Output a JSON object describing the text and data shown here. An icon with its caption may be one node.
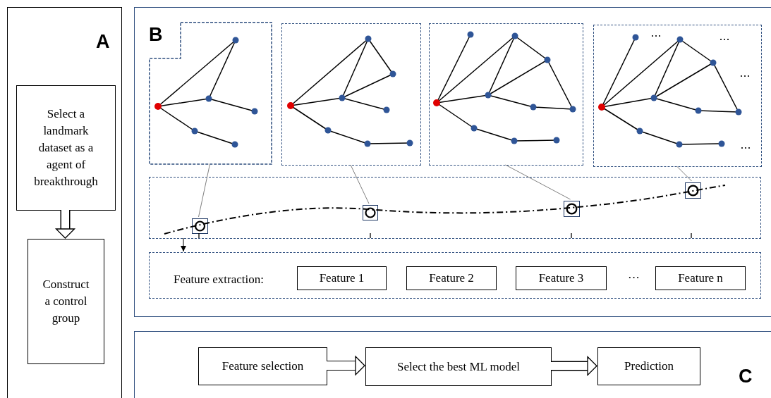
{
  "diagram": {
    "nodes": [
      {
        "text": [
          "A"
        ]
      },
      {
        "text": [
          "Select a landmark dataset as a agent of breakthrough"
        ],
        "in": 0
      },
      {
        "text": [
          "Construct a control group"
        ],
        "in": 0
      },
      {
        "text": [
          "B"
        ]
      },
      {
        "text": [],
        "shape": "box",
        "in": 3
      },
      {
        "text": [],
        "shape": "box",
        "in": 3
      },
      {
        "text": [],
        "shape": "box",
        "in": 3
      },
      {
        "text": [],
        "shape": "box",
        "in": 3
      },
      {
        "text": [],
        "shape": "box",
        "in": 3
      },
      {
        "text": [],
        "shape": "box",
        "in": 8
      },
      {
        "text": [],
        "shape": "box",
        "in": 8
      },
      {
        "text": [],
        "shape": "box",
        "in": 8
      },
      {
        "text": [],
        "shape": "box",
        "in": 8
      },
      {
        "text": [
          "Feature extraction:"
        ],
        "in": 3
      },
      {
        "text": [
          "Feature 1"
        ],
        "in": 13
      },
      {
        "text": [
          "Feature 2"
        ],
        "in": 13
      },
      {
        "text": [
          "Feature 3"
        ],
        "in": 13
      },
      {
        "text": [
          "Feature n"
        ],
        "in": 13
      },
      {
        "text": [
          "C"
        ]
      },
      {
        "text": [
          "Feature selection"
        ],
        "in": 18
      },
      {
        "text": [
          "Select the best ML model"
        ],
        "in": 18
      },
      {
        "text": [
          "Prediction"
        ],
        "in": 18
      }
    ],
    "edges": [
      {
        "from": 1,
        "to": 2,
        "arrow": "to",
        "style": "thick"
      },
      {
        "from": 4,
        "to": 9,
        "arrow": "none",
        "color": "#7f7f7f"
      },
      {
        "from": 5,
        "to": 10,
        "arrow": "none",
        "color": "#7f7f7f"
      },
      {
        "from": 6,
        "to": 11,
        "arrow": "none",
        "color": "#7f7f7f"
      },
      {
        "from": 7,
        "to": 12,
        "arrow": "none",
        "color": "#7f7f7f"
      },
      {
        "from": 8,
        "to": 13,
        "arrow": "to",
        "color": "#000000"
      },
      {
        "from": 19,
        "to": 20,
        "arrow": "to",
        "style": "thick"
      },
      {
        "from": 20,
        "to": 21,
        "arrow": "to",
        "style": "thick"
      }
    ],
    "labels": [
      "···"
    ]
  }
}
